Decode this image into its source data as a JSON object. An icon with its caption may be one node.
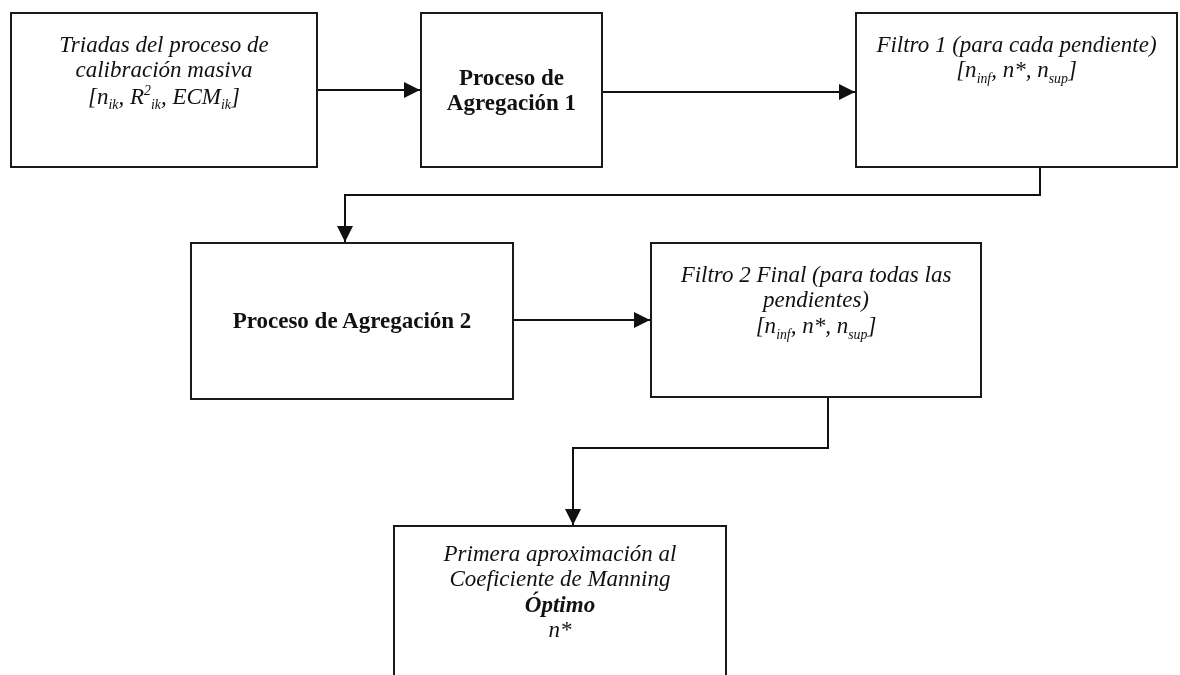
{
  "diagram": {
    "nodes": [
      {
        "text": [
          "Triadas del proceso de calibración masiva",
          "[n$_{ik}$, R$^{2}$$_{ik}$, ECM$_{ik}$]"
        ]
      },
      {
        "text": [
          "Proceso de Agregación 1"
        ]
      },
      {
        "text": [
          "Filtro 1 (para cada pendiente)",
          "[n$_{inf}$, n*, n$_{sup}$]"
        ]
      },
      {
        "text": [
          "Proceso de Agregación 2"
        ]
      },
      {
        "text": [
          "Filtro 2 Final (para todas las pendientes)",
          "[n$_{inf}$, n*, n$_{sup}$]"
        ]
      },
      {
        "text": [
          "Primera aproximación al Coeficiente de Manning",
          "Óptimo",
          "n*"
        ]
      }
    ],
    "edges": [
      {
        "from": 0,
        "to": 1,
        "arrow": "to"
      },
      {
        "from": 1,
        "to": 2,
        "arrow": "to"
      },
      {
        "from": 2,
        "to": 3,
        "arrow": "to"
      },
      {
        "from": 3,
        "to": 4,
        "arrow": "to"
      },
      {
        "from": 4,
        "to": 5,
        "arrow": "to"
      }
    ]
  }
}
